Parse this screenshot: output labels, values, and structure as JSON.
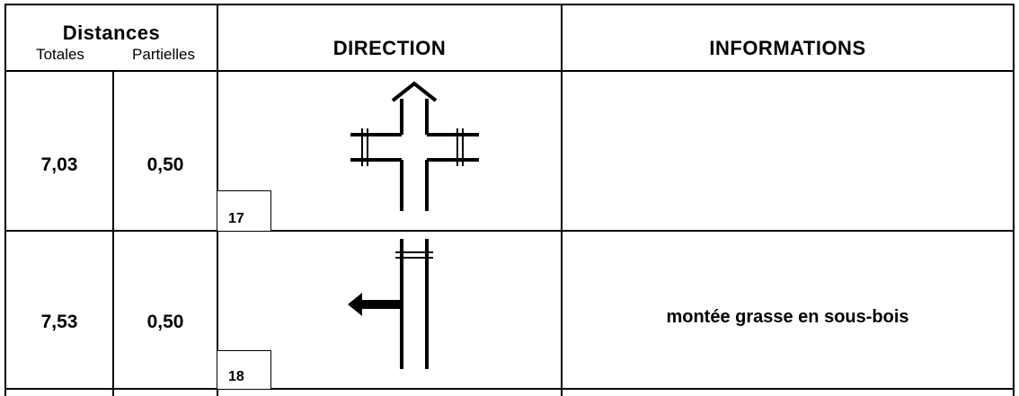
{
  "header": {
    "distances_title": "Distances",
    "col_totales": "Totales",
    "col_partielles": "Partielles",
    "direction": "DIRECTION",
    "informations": "INFORMATIONS"
  },
  "rows": [
    {
      "totale": "7,03",
      "partielle": "0,50",
      "step": "17",
      "info": "",
      "direction_icon": "crossroads-straight-arrow-icon"
    },
    {
      "totale": "7,53",
      "partielle": "0,50",
      "step": "18",
      "info": "montée grasse en sous-bois",
      "direction_icon": "turn-left-arrow-icon"
    }
  ]
}
